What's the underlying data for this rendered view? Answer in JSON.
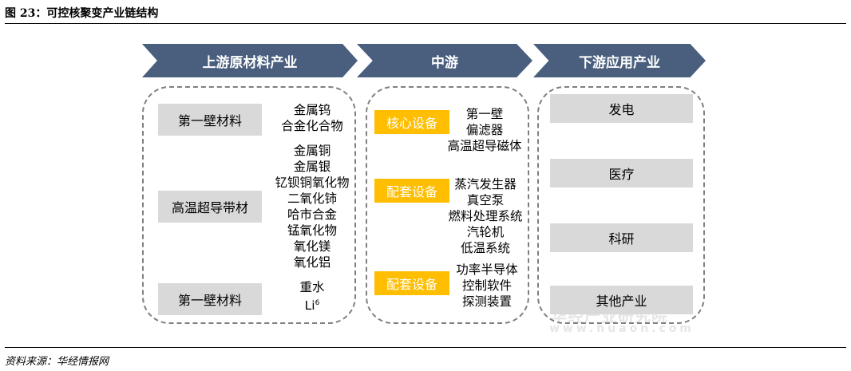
{
  "figure": {
    "title": "图 23：可控核聚变产业链结构",
    "source": "资料来源：华经情报网"
  },
  "stages": [
    {
      "label": "上游原材料产业"
    },
    {
      "label": "中游"
    },
    {
      "label": "下游应用产业"
    }
  ],
  "upstream": {
    "groups": [
      {
        "name": "第一壁材料",
        "items": [
          "金属钨",
          "合金化合物"
        ]
      },
      {
        "name": "高温超导带材",
        "items": [
          "金属铜",
          "金属银",
          "钇钡铜氧化物",
          "二氧化铈",
          "哈市合金",
          "锰氧化物",
          "氧化镁",
          "氧化铝"
        ]
      },
      {
        "name": "第一壁材料",
        "items": [
          "重水",
          "Li"
        ],
        "superscript": "6"
      }
    ]
  },
  "midstream": {
    "groups": [
      {
        "name": "核心设备",
        "items": [
          "第一壁",
          "偏滤器",
          "高温超导磁体"
        ]
      },
      {
        "name": "配套设备",
        "items": [
          "蒸汽发生器",
          "真空泵",
          "燃料处理系统",
          "汽轮机",
          "低温系统"
        ]
      },
      {
        "name": "配套设备",
        "items": [
          "功率半导体",
          "控制软件",
          "探测装置"
        ]
      }
    ]
  },
  "downstream": {
    "items": [
      "发电",
      "医疗",
      "科研",
      "其他产业"
    ]
  },
  "watermark": {
    "text": "华经产业研究院",
    "url": "www.huaon.com"
  },
  "colors": {
    "arrow": "#4a5f7d",
    "gray_box": "#d9d9d9",
    "accent_tag": "#ffbe00",
    "dashed_border": "#7f7f7f"
  }
}
